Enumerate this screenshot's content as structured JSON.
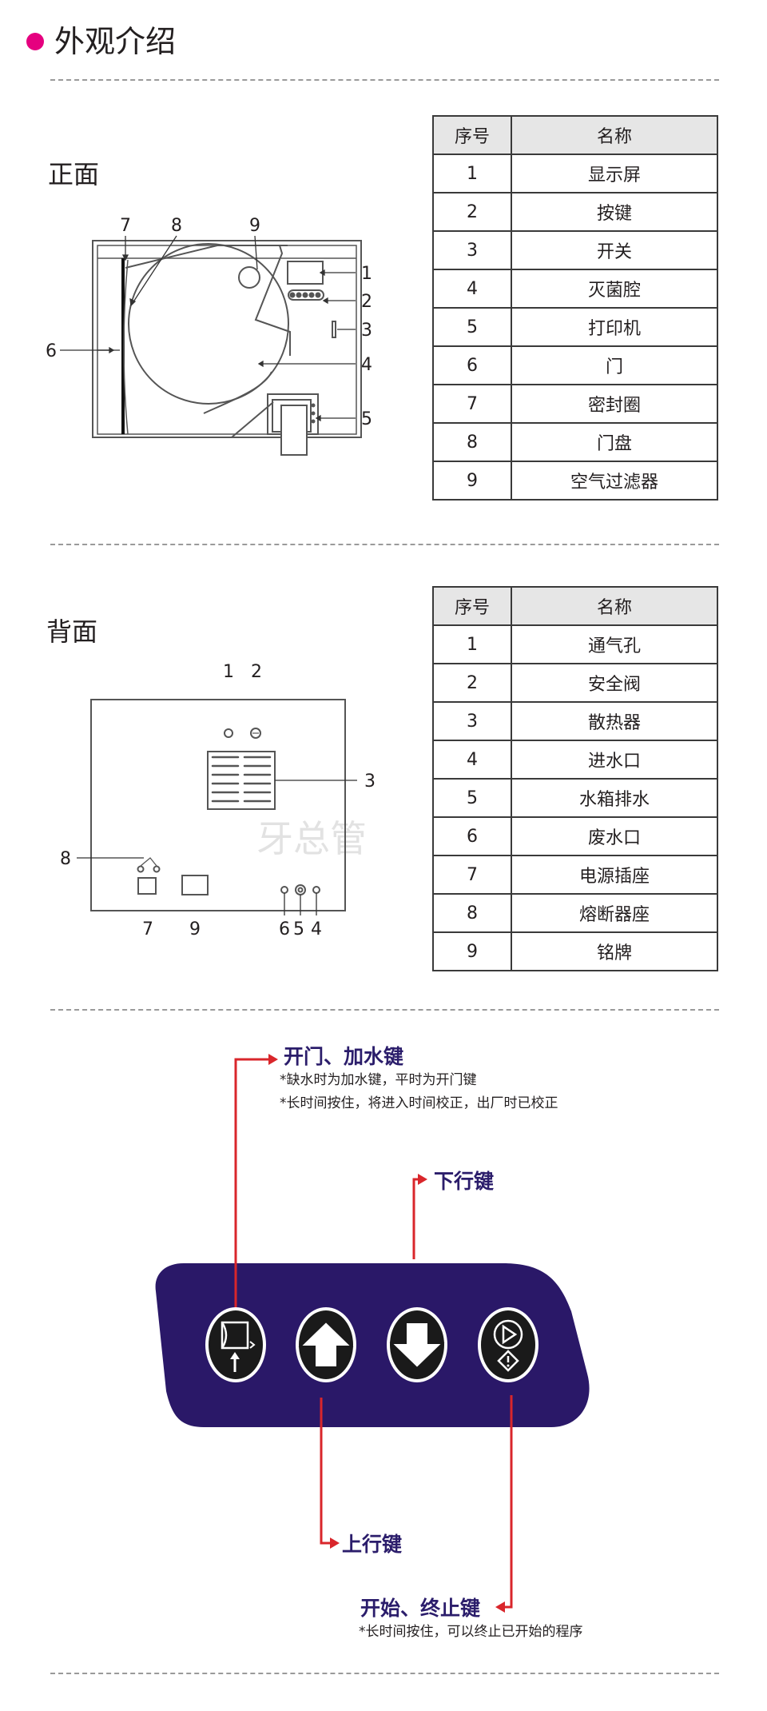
{
  "page": {
    "title": "外观介绍"
  },
  "front": {
    "title": "正面",
    "table": {
      "headers": [
        "序号",
        "名称"
      ],
      "rows": [
        [
          "1",
          "显示屏"
        ],
        [
          "2",
          "按键"
        ],
        [
          "3",
          "开关"
        ],
        [
          "4",
          "灭菌腔"
        ],
        [
          "5",
          "打印机"
        ],
        [
          "6",
          "门"
        ],
        [
          "7",
          "密封圈"
        ],
        [
          "8",
          "门盘"
        ],
        [
          "9",
          "空气过滤器"
        ]
      ]
    },
    "callouts": [
      "1",
      "2",
      "3",
      "4",
      "5",
      "6",
      "7",
      "8",
      "9"
    ]
  },
  "back": {
    "title": "背面",
    "table": {
      "headers": [
        "序号",
        "名称"
      ],
      "rows": [
        [
          "1",
          "通气孔"
        ],
        [
          "2",
          "安全阀"
        ],
        [
          "3",
          "散热器"
        ],
        [
          "4",
          "进水口"
        ],
        [
          "5",
          "水箱排水"
        ],
        [
          "6",
          "废水口"
        ],
        [
          "7",
          "电源插座"
        ],
        [
          "8",
          "熔断器座"
        ],
        [
          "9",
          "铭牌"
        ]
      ]
    },
    "callouts": [
      "1",
      "2",
      "3",
      "4",
      "5",
      "6",
      "7",
      "8",
      "9"
    ],
    "watermark": "牙总管"
  },
  "keypad": {
    "panel_color": "#2a1868",
    "arrow_color": "#d9262b",
    "label_color": "#2b1d6b",
    "door_key": {
      "label": "开门、加水键",
      "notes": [
        "*缺水时为加水键，平时为开门键",
        "*长时间按住，将进入时间校正，出厂时已校正"
      ]
    },
    "down_key": {
      "label": "下行键"
    },
    "up_key": {
      "label": "上行键"
    },
    "start_key": {
      "label": "开始、终止键",
      "notes": [
        "*长时间按住，可以终止已开始的程序"
      ]
    }
  }
}
